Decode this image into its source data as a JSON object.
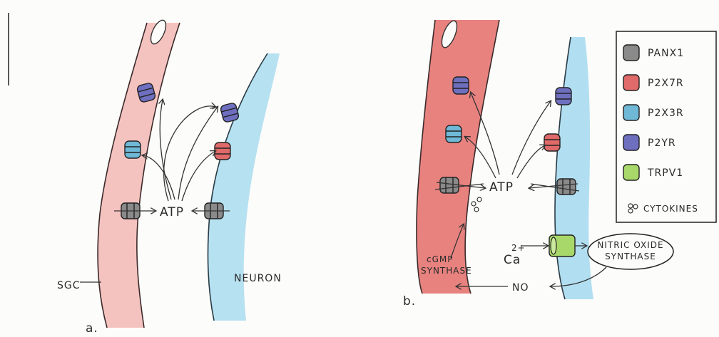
{
  "panel_a": {
    "label": "a.",
    "atp": "ATP",
    "sgc": "SGC",
    "neuron": "NEURON"
  },
  "panel_b": {
    "label": "b.",
    "atp": "ATP",
    "cgmp_line1": "cGMP",
    "cgmp_line2": "SYNTHASE",
    "ca_base": "Ca",
    "ca_sup": "2+",
    "no": "NO",
    "nos_line1": "NITRIC OXIDE",
    "nos_line2": "SYNTHASE"
  },
  "legend": {
    "items": [
      {
        "label": "PANX1",
        "color": "#8a8a8a"
      },
      {
        "label": "P2X7R",
        "color": "#e06a6a"
      },
      {
        "label": "P2X3R",
        "color": "#6fb8d6"
      },
      {
        "label": "P2YR",
        "color": "#6f6fc0"
      },
      {
        "label": "TRPV1",
        "color": "#a8d86a"
      }
    ],
    "cytokines": "CYTOKINES"
  }
}
